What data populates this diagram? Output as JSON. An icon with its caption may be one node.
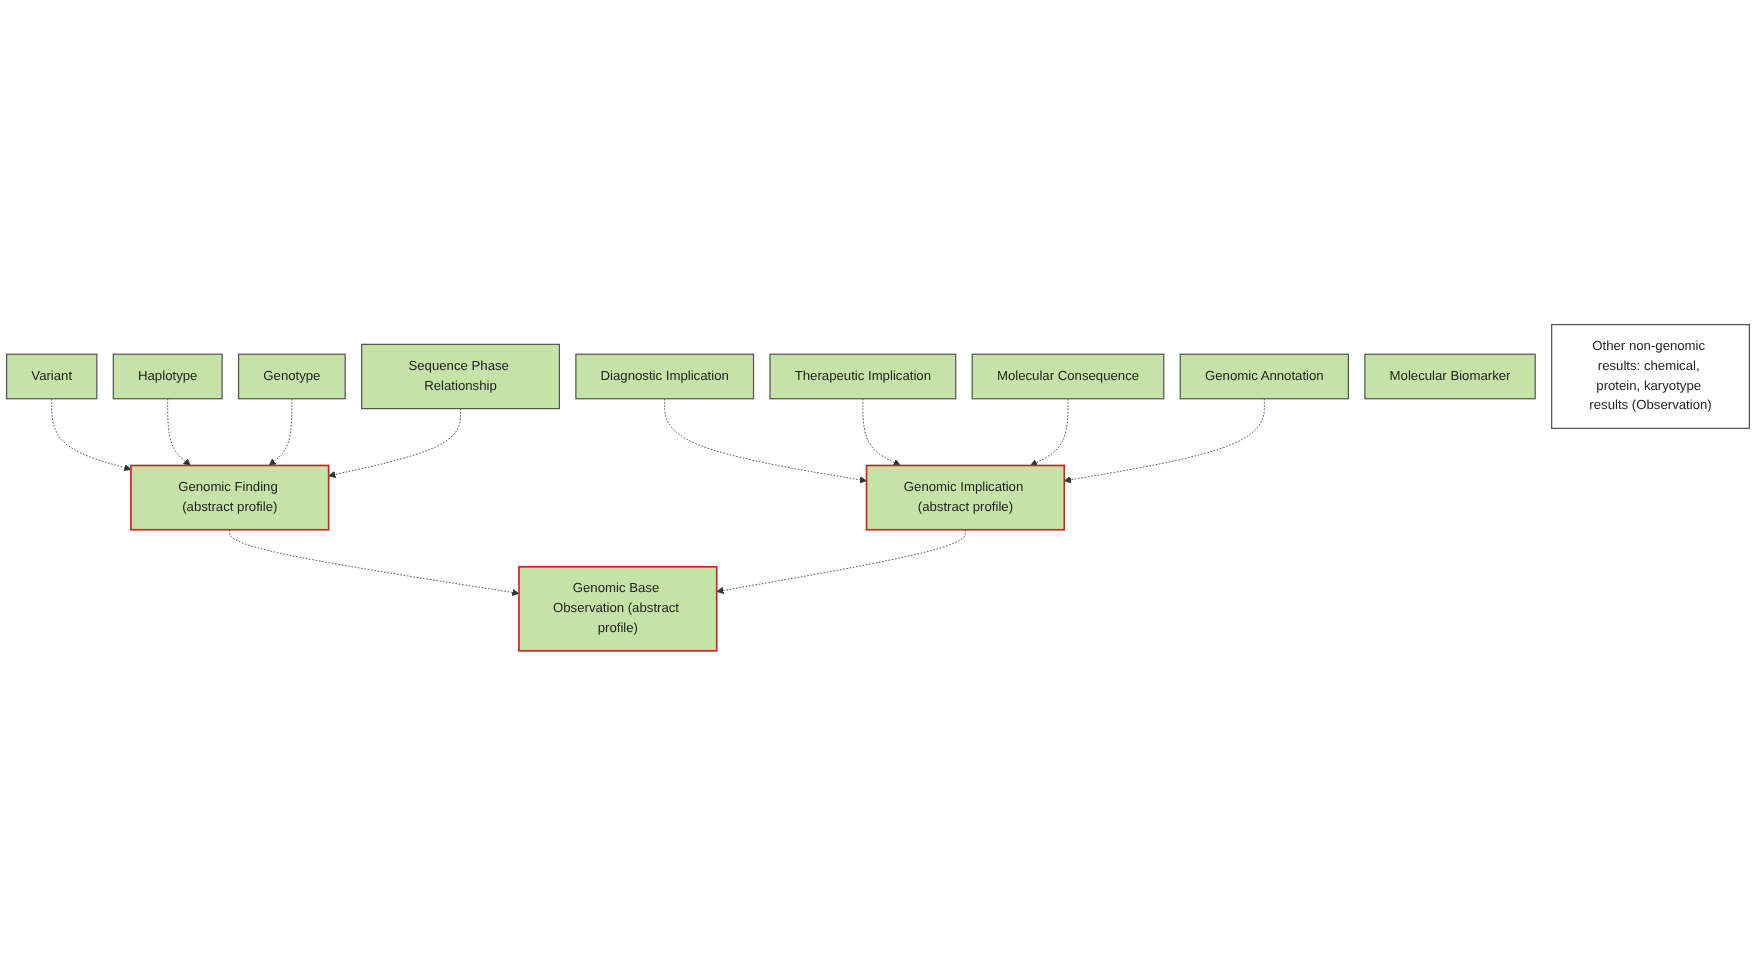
{
  "diagram": {
    "nodes": [
      {
        "text": [
          "Variant"
        ]
      },
      {
        "text": [
          "Haplotype"
        ]
      },
      {
        "text": [
          "Genotype"
        ]
      },
      {
        "text": [
          "Sequence Phase Relationship"
        ]
      },
      {
        "text": [
          "Genomic Finding (abstract profile)"
        ]
      },
      {
        "text": [
          "Genomic Implication (abstract profile)"
        ]
      },
      {
        "text": [
          "Diagnostic Implication"
        ]
      },
      {
        "text": [
          "Therapeutic Implication"
        ]
      },
      {
        "text": [
          "Molecular Consequence"
        ]
      },
      {
        "text": [
          "Genomic Annotation"
        ]
      },
      {
        "text": [
          "Genomic Base Observation (abstract profile)"
        ]
      },
      {
        "text": [
          "Molecular Biomarker"
        ]
      },
      {
        "text": [
          "Other non-genomic results: chemical, protein, karyotype results (Observation)"
        ]
      }
    ],
    "edges": [
      {
        "from": 0,
        "to": 4,
        "arrow": "to",
        "style": "dashed"
      },
      {
        "from": 1,
        "to": 4,
        "arrow": "to",
        "style": "dashed"
      },
      {
        "from": 2,
        "to": 4,
        "arrow": "to",
        "style": "dashed"
      },
      {
        "from": 3,
        "to": 4,
        "arrow": "to",
        "style": "dashed"
      },
      {
        "from": 6,
        "to": 5,
        "arrow": "to",
        "style": "dashed"
      },
      {
        "from": 7,
        "to": 5,
        "arrow": "to",
        "style": "dashed"
      },
      {
        "from": 8,
        "to": 5,
        "arrow": "to",
        "style": "dashed"
      },
      {
        "from": 9,
        "to": 5,
        "arrow": "to",
        "style": "dashed"
      },
      {
        "from": 4,
        "to": 10,
        "arrow": "to",
        "style": "dashed"
      },
      {
        "from": 5,
        "to": 10,
        "arrow": "to",
        "style": "dashed"
      }
    ]
  }
}
